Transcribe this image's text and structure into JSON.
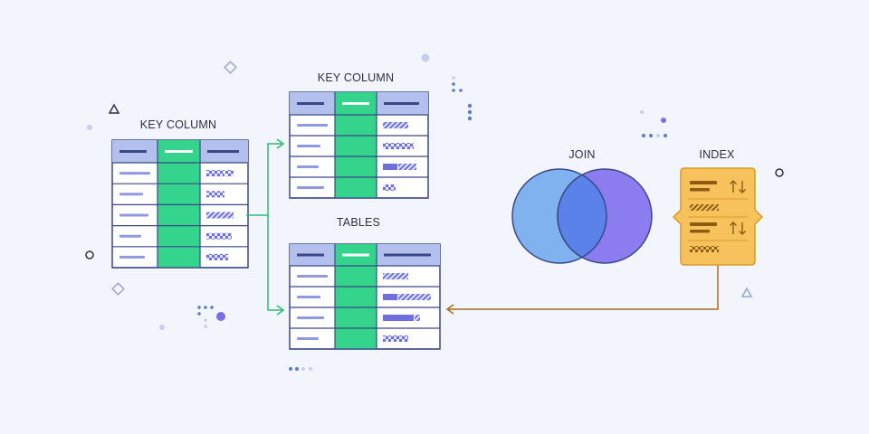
{
  "labels": {
    "key_column_left": "KEY COLUMN",
    "key_column_top": "KEY COLUMN",
    "tables": "TABLES",
    "join": "JOIN",
    "index": "INDEX"
  },
  "colors": {
    "background": "#f3f5fc",
    "table_border": "#3a4888",
    "table_header": "#b3c0ee",
    "key_column": "#34d48c",
    "key_column_border": "#1f9e63",
    "row_bar": "#8f99e2",
    "pattern": "#6f6fe0",
    "arrow_green": "#2dbd77",
    "arrow_brown": "#a8701c",
    "venn_left": "#7fb2ee",
    "venn_right": "#8b7cf0",
    "venn_overlap": "#5a82e8",
    "index_fill": "#f7c25c",
    "index_border": "#d79b2a",
    "index_mark": "#8d5b12"
  },
  "icons": [
    "sort-arrows-icon",
    "triangle-icon",
    "diamond-icon",
    "circle-icon",
    "dot-icon"
  ]
}
